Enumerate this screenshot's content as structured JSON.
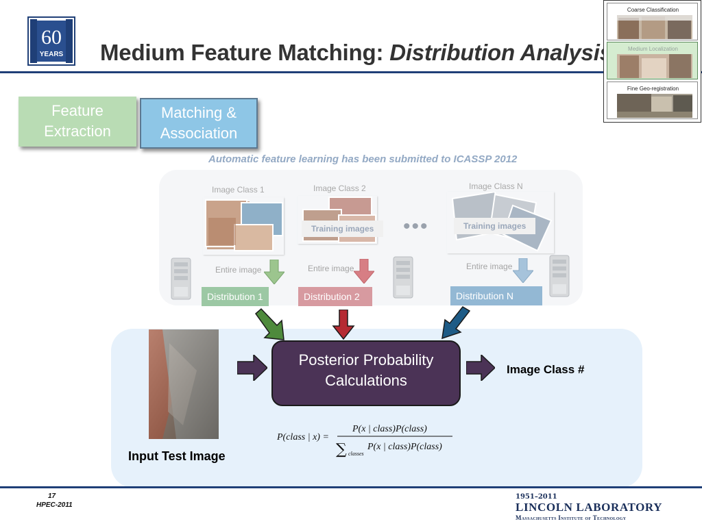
{
  "header": {
    "logo_text_top": "60",
    "logo_text_bottom": "YEARS",
    "title_main": "Medium Feature Matching: ",
    "title_emphasis": "Distribution Analysis"
  },
  "stages": [
    {
      "label": "Coarse Classification"
    },
    {
      "label": "Medium Localization"
    },
    {
      "label": "Fine Geo-registration"
    }
  ],
  "process_steps": [
    {
      "label_line1": "Feature",
      "label_line2": "Extraction"
    },
    {
      "label_line1": "Matching &",
      "label_line2": "Association"
    }
  ],
  "note": "Automatic feature learning has been submitted to ICASSP 2012",
  "training": {
    "classes": [
      {
        "name": "Image Class 1",
        "entire": "Entire image",
        "distribution": "Distribution 1",
        "color": "#6aa878"
      },
      {
        "name": "Image Class 2",
        "training": "Training images",
        "entire": "Entire image",
        "distribution": "Distribution 2",
        "color": "#d59b9f"
      },
      {
        "name": "Image Class N",
        "training": "Training images",
        "entire": "Entire image",
        "distribution": "Distribution N",
        "color": "#8ab2cf"
      }
    ],
    "ellipsis": "•••"
  },
  "inference": {
    "input_caption": "Input Test Image",
    "posterior_line1": "Posterior Probability",
    "posterior_line2": "Calculations",
    "output_label": "Image Class #",
    "formula": {
      "lhs": "P(class | x) =",
      "numerator": "P(x | class)P(class)",
      "sum_sub": "classes",
      "denominator": "P(x | class)P(class)"
    }
  },
  "colors": {
    "brand_navy": "#1f3f77",
    "arrow_green": "#4e8a3c",
    "arrow_red": "#b52a32",
    "arrow_blue": "#1e5b86",
    "arrow_purple": "#4b3356"
  },
  "footer": {
    "page_number": "17",
    "event": "HPEC-2011",
    "lab_years": "1951–2011",
    "lab_name": "LINCOLN LABORATORY",
    "lab_institution": "Massachusetts Institute of Technology"
  }
}
